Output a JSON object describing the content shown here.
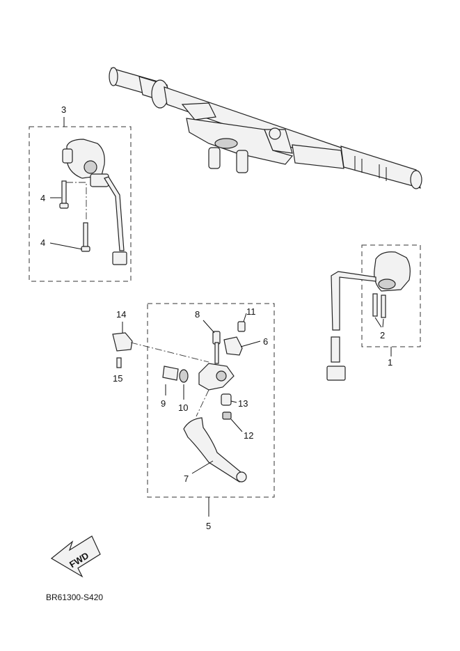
{
  "diagram_code": "BR61300-S420",
  "fwd_label": "FWD",
  "callouts": {
    "c1": "1",
    "c2": "2",
    "c3": "3",
    "c4a": "4",
    "c4b": "4",
    "c5": "5",
    "c6": "6",
    "c7": "7",
    "c8": "8",
    "c9": "9",
    "c10": "10",
    "c11": "11",
    "c12": "12",
    "c13": "13",
    "c14": "14",
    "c15": "15"
  }
}
